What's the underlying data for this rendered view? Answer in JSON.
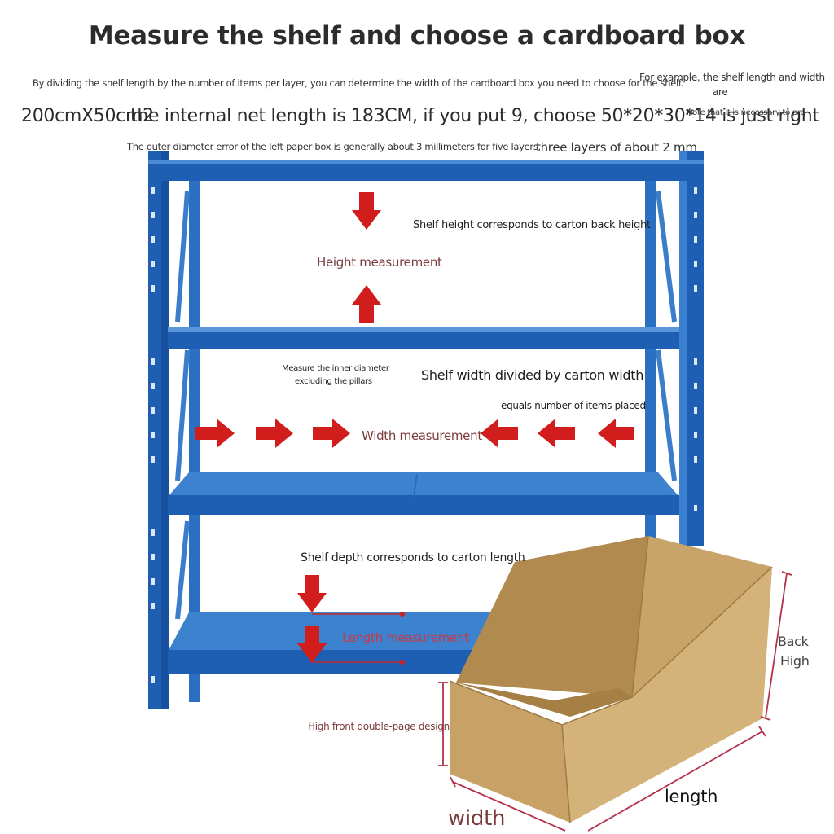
{
  "title": "Measure the shelf and choose a cardboard box",
  "intro": "By dividing the shelf length by the number of items per layer, you can determine the width of the cardboard box you need to choose for the shelf.",
  "example_line1": "For example, the shelf length and width",
  "example_line2": "are",
  "size": "200cmX50cm2",
  "net_length": "the internal net length is 183CM, if you put 9, choose 50*20*30*14 is just right",
  "note": "Note that it is necessary to pre-",
  "error_note": "The outer diameter error of the left paper box is generally about 3 millimeters for five layers,",
  "three_layers": "three layers of about 2 mm",
  "shelf_height": "Shelf height corresponds to carton back height",
  "height_measurement": "Height measurement",
  "inner_line1": "Measure the inner diameter",
  "inner_line2": "excluding the pillars",
  "shelf_width": "Shelf width divided by carton width",
  "equals": "equals number of items placed",
  "width_measurement": "Width measurement",
  "shelf_depth": "Shelf depth corresponds to carton length",
  "length_measurement": "Length measurement",
  "front_design": "High front double-page design",
  "back": "Back",
  "high": "High",
  "length": "length",
  "width": "width",
  "colors": {
    "shelf_blue": "#1e5fb3",
    "arrow_red": "#d21d1d",
    "label_maroon": "#7a3b3a",
    "box_tan": "#c9a469"
  }
}
